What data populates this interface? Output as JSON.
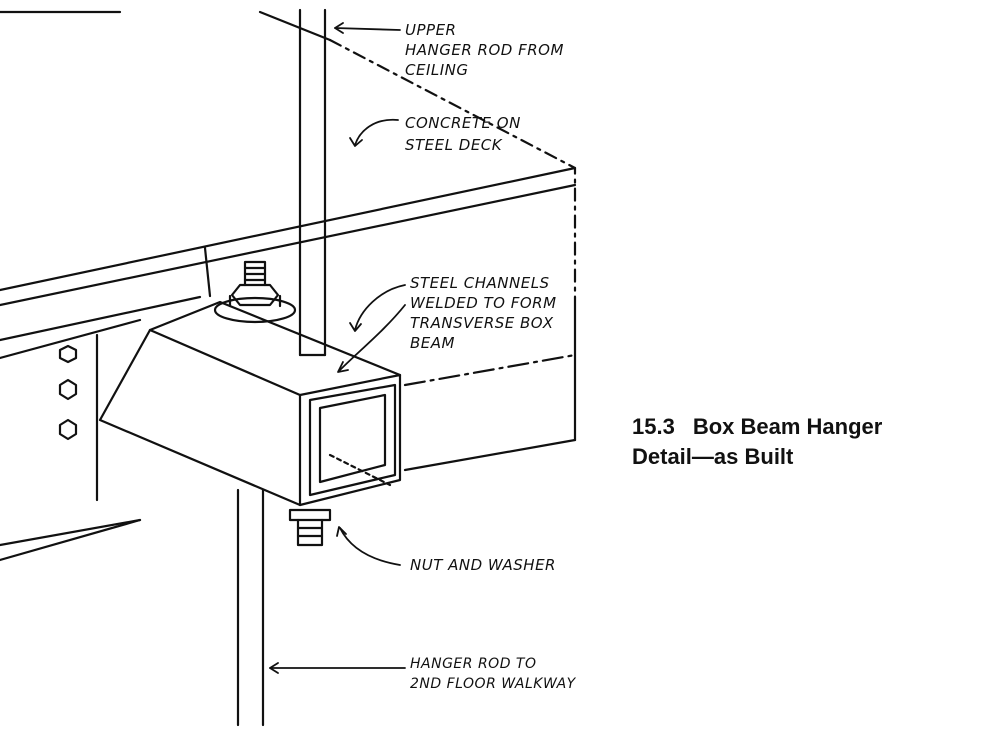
{
  "labels": {
    "upper_rod": [
      "UPPER",
      "HANGER ROD FROM",
      "CEILING"
    ],
    "concrete": [
      "CONCRETE ON",
      "STEEL DECK"
    ],
    "channels": [
      "STEEL CHANNELS",
      "WELDED TO FORM",
      "TRANSVERSE BOX",
      "BEAM"
    ],
    "nut": [
      "NUT AND WASHER"
    ],
    "lower_rod": [
      "HANGER ROD TO",
      "2ND FLOOR WALKWAY"
    ]
  },
  "caption": {
    "number": "15.3",
    "line1": "Box Beam Hanger",
    "line2": "Detail—as Built"
  }
}
